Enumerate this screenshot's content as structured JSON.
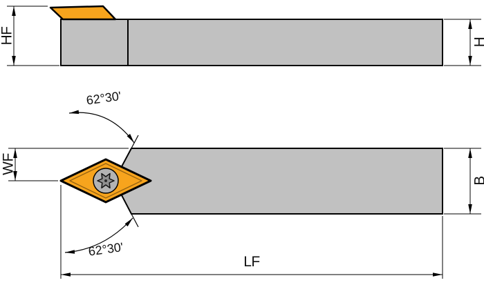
{
  "colors": {
    "background": "#ffffff",
    "body": "#c1c1c1",
    "insert": "#f7a41d",
    "screw": "#b3b3b3",
    "torx": "#8f8f8f"
  },
  "side_view": {
    "dim_overall_height": "HF",
    "dim_shank_height": "H"
  },
  "plan_view": {
    "dim_tip_offset": "WF",
    "dim_shank_width": "B",
    "dim_overall_length": "LF",
    "angle_top": "62°30'",
    "angle_bottom": "62°30'"
  }
}
